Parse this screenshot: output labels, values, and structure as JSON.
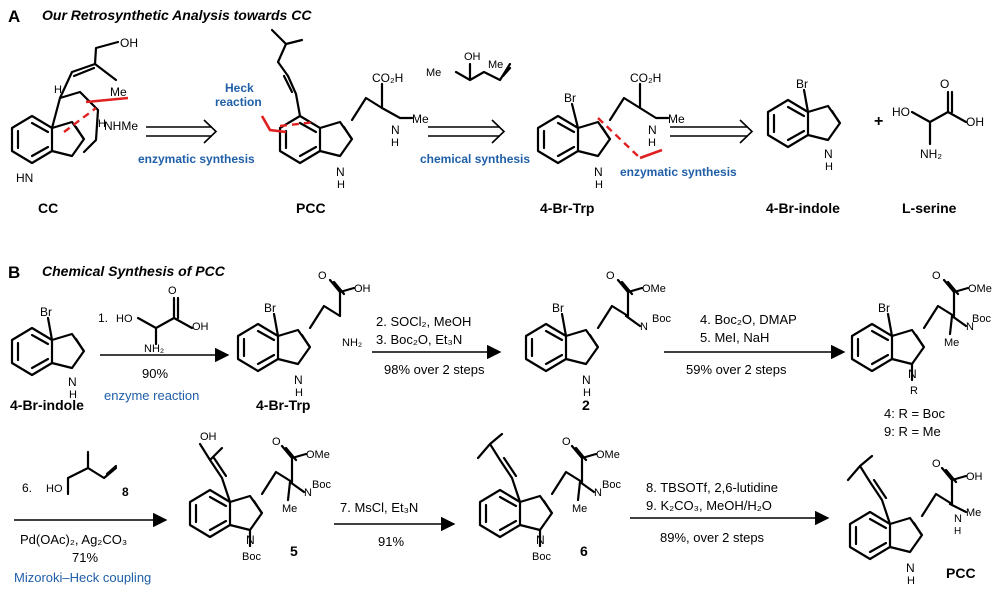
{
  "panel_a": {
    "letter": "A",
    "title": "Our Retrosynthetic Analysis towards CC",
    "labels": {
      "oh": "OH",
      "me": "Me",
      "h": "H",
      "nhme": "NHMe",
      "hn": "HN",
      "co2h": "CO₂H",
      "nh": "N",
      "nh_h": "H",
      "me_n": "Me",
      "br": "Br",
      "oh2": "OH",
      "nh2": "NH₂",
      "ho": "HO",
      "o": "O"
    },
    "arrows": {
      "heck_1": "Heck",
      "heck_2": "reaction",
      "enzymatic_1": "enzymatic synthesis",
      "chemical": "chemical synthesis",
      "enzymatic_2": "enzymatic synthesis"
    },
    "plus": "+",
    "compounds": [
      "CC",
      "PCC",
      "4-Br-Trp",
      "4-Br-indole",
      "L-serine"
    ]
  },
  "panel_b": {
    "letter": "B",
    "title": "Chemical Synthesis of PCC",
    "step1": {
      "num": "1.",
      "yield": "90%",
      "note": "enzyme reaction"
    },
    "step23": {
      "line1": "2. SOCl₂, MeOH",
      "line2": "3. Boc₂O, Et₃N",
      "yield": "98% over 2 steps"
    },
    "step45": {
      "line1": "4. Boc₂O, DMAP",
      "line2": "5. MeI, NaH",
      "yield": "59% over 2 steps"
    },
    "step6": {
      "num": "6.",
      "reagent_num": "8",
      "line1": "Pd(OAc)₂, Ag₂CO₃",
      "yield": "71%",
      "note": "Mizoroki–Heck coupling"
    },
    "step7": {
      "line1": "7. MsCl, Et₃N",
      "yield": "91%"
    },
    "step89": {
      "line1": "8. TBSOTf, 2,6-lutidine",
      "line2": "9. K₂CO₃, MeOH/H₂O",
      "yield": "89%, over 2 steps"
    },
    "compound_labels": {
      "c1": "4-Br-indole",
      "c2": "4-Br-Trp",
      "c3": "2",
      "c4a": "4: R = Boc",
      "c4b": "9: R = Me",
      "c5": "5",
      "c6": "6",
      "c7": "PCC"
    },
    "atoms": {
      "br": "Br",
      "nh": "N",
      "h": "H",
      "ho": "HO",
      "oh": "OH",
      "o": "O",
      "nh2": "NH₂",
      "ome": "OMe",
      "boc": "Boc",
      "me": "Me",
      "r": "R",
      "n": "N"
    }
  }
}
